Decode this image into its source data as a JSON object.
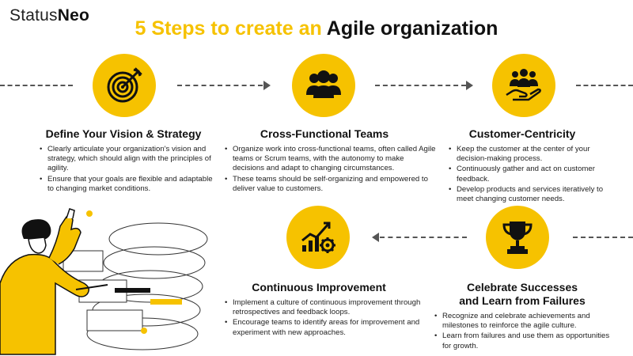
{
  "logo": {
    "part1": "Status",
    "part2": "Neo"
  },
  "title": {
    "part1": "5 Steps to create an ",
    "part2": "Agile organization"
  },
  "steps": [
    {
      "title": "Define Your Vision & Strategy",
      "icon": "target-icon",
      "bullets": [
        "Clearly articulate your organization's vision and strategy, which should align with the principles of agility.",
        "Ensure that your goals are flexible and adaptable to changing market conditions."
      ]
    },
    {
      "title": "Cross-Functional Teams",
      "icon": "team-icon",
      "bullets": [
        "Organize work into cross-functional teams, often called Agile teams or Scrum teams, with the autonomy to make decisions and adapt to changing circumstances.",
        "These teams should be self-organizing and empowered to deliver value to customers."
      ]
    },
    {
      "title": "Customer-Centricity",
      "icon": "customer-hand-icon",
      "bullets": [
        "Keep the customer at the center of your decision-making process.",
        "Continuously gather and act on customer feedback.",
        "Develop products and services iteratively to meet changing customer needs."
      ]
    },
    {
      "title": "Continuous Improvement",
      "icon": "growth-chart-icon",
      "bullets": [
        "Implement a culture of continuous improvement through retrospectives and feedback loops.",
        "Encourage teams to identify areas for improvement and experiment with new approaches."
      ]
    },
    {
      "title_line1": "Celebrate Successes",
      "title_line2": "and Learn from Failures",
      "icon": "trophy-icon",
      "bullets": [
        "Recognize and celebrate achievements and milestones to reinforce the agile culture.",
        "Learn from failures and use them as opportunities for growth."
      ]
    }
  ],
  "colors": {
    "accent": "#f6c200",
    "text": "#111111",
    "connector": "#555555"
  }
}
